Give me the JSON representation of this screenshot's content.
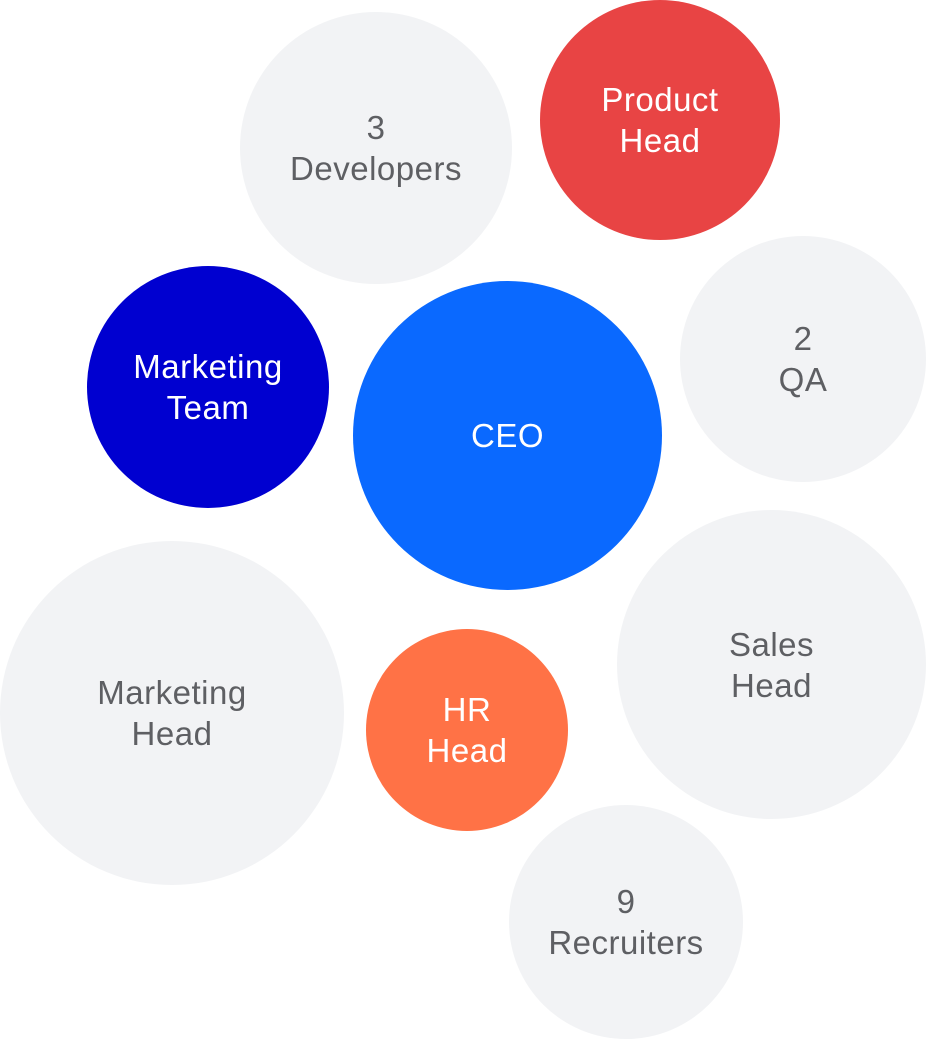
{
  "colors": {
    "light_fill": "#f2f3f5",
    "light_text": "#5e5f63",
    "ceo": "#0a69ff",
    "marketing_team": "#0000d0",
    "product_head": "#e84444",
    "hr_head": "#ff7246",
    "white_text": "#ffffff"
  },
  "nodes": {
    "developers": {
      "line1": "3",
      "line2": "Developers"
    },
    "product_head": {
      "line1": "Product",
      "line2": "Head"
    },
    "marketing_team": {
      "line1": "Marketing",
      "line2": "Team"
    },
    "ceo": {
      "line1": "CEO"
    },
    "qa": {
      "line1": "2",
      "line2": "QA"
    },
    "marketing_head": {
      "line1": "Marketing",
      "line2": "Head"
    },
    "hr_head": {
      "line1": "HR",
      "line2": "Head"
    },
    "sales_head": {
      "line1": "Sales",
      "line2": "Head"
    },
    "recruiters": {
      "line1": "9",
      "line2": "Recruiters"
    }
  }
}
